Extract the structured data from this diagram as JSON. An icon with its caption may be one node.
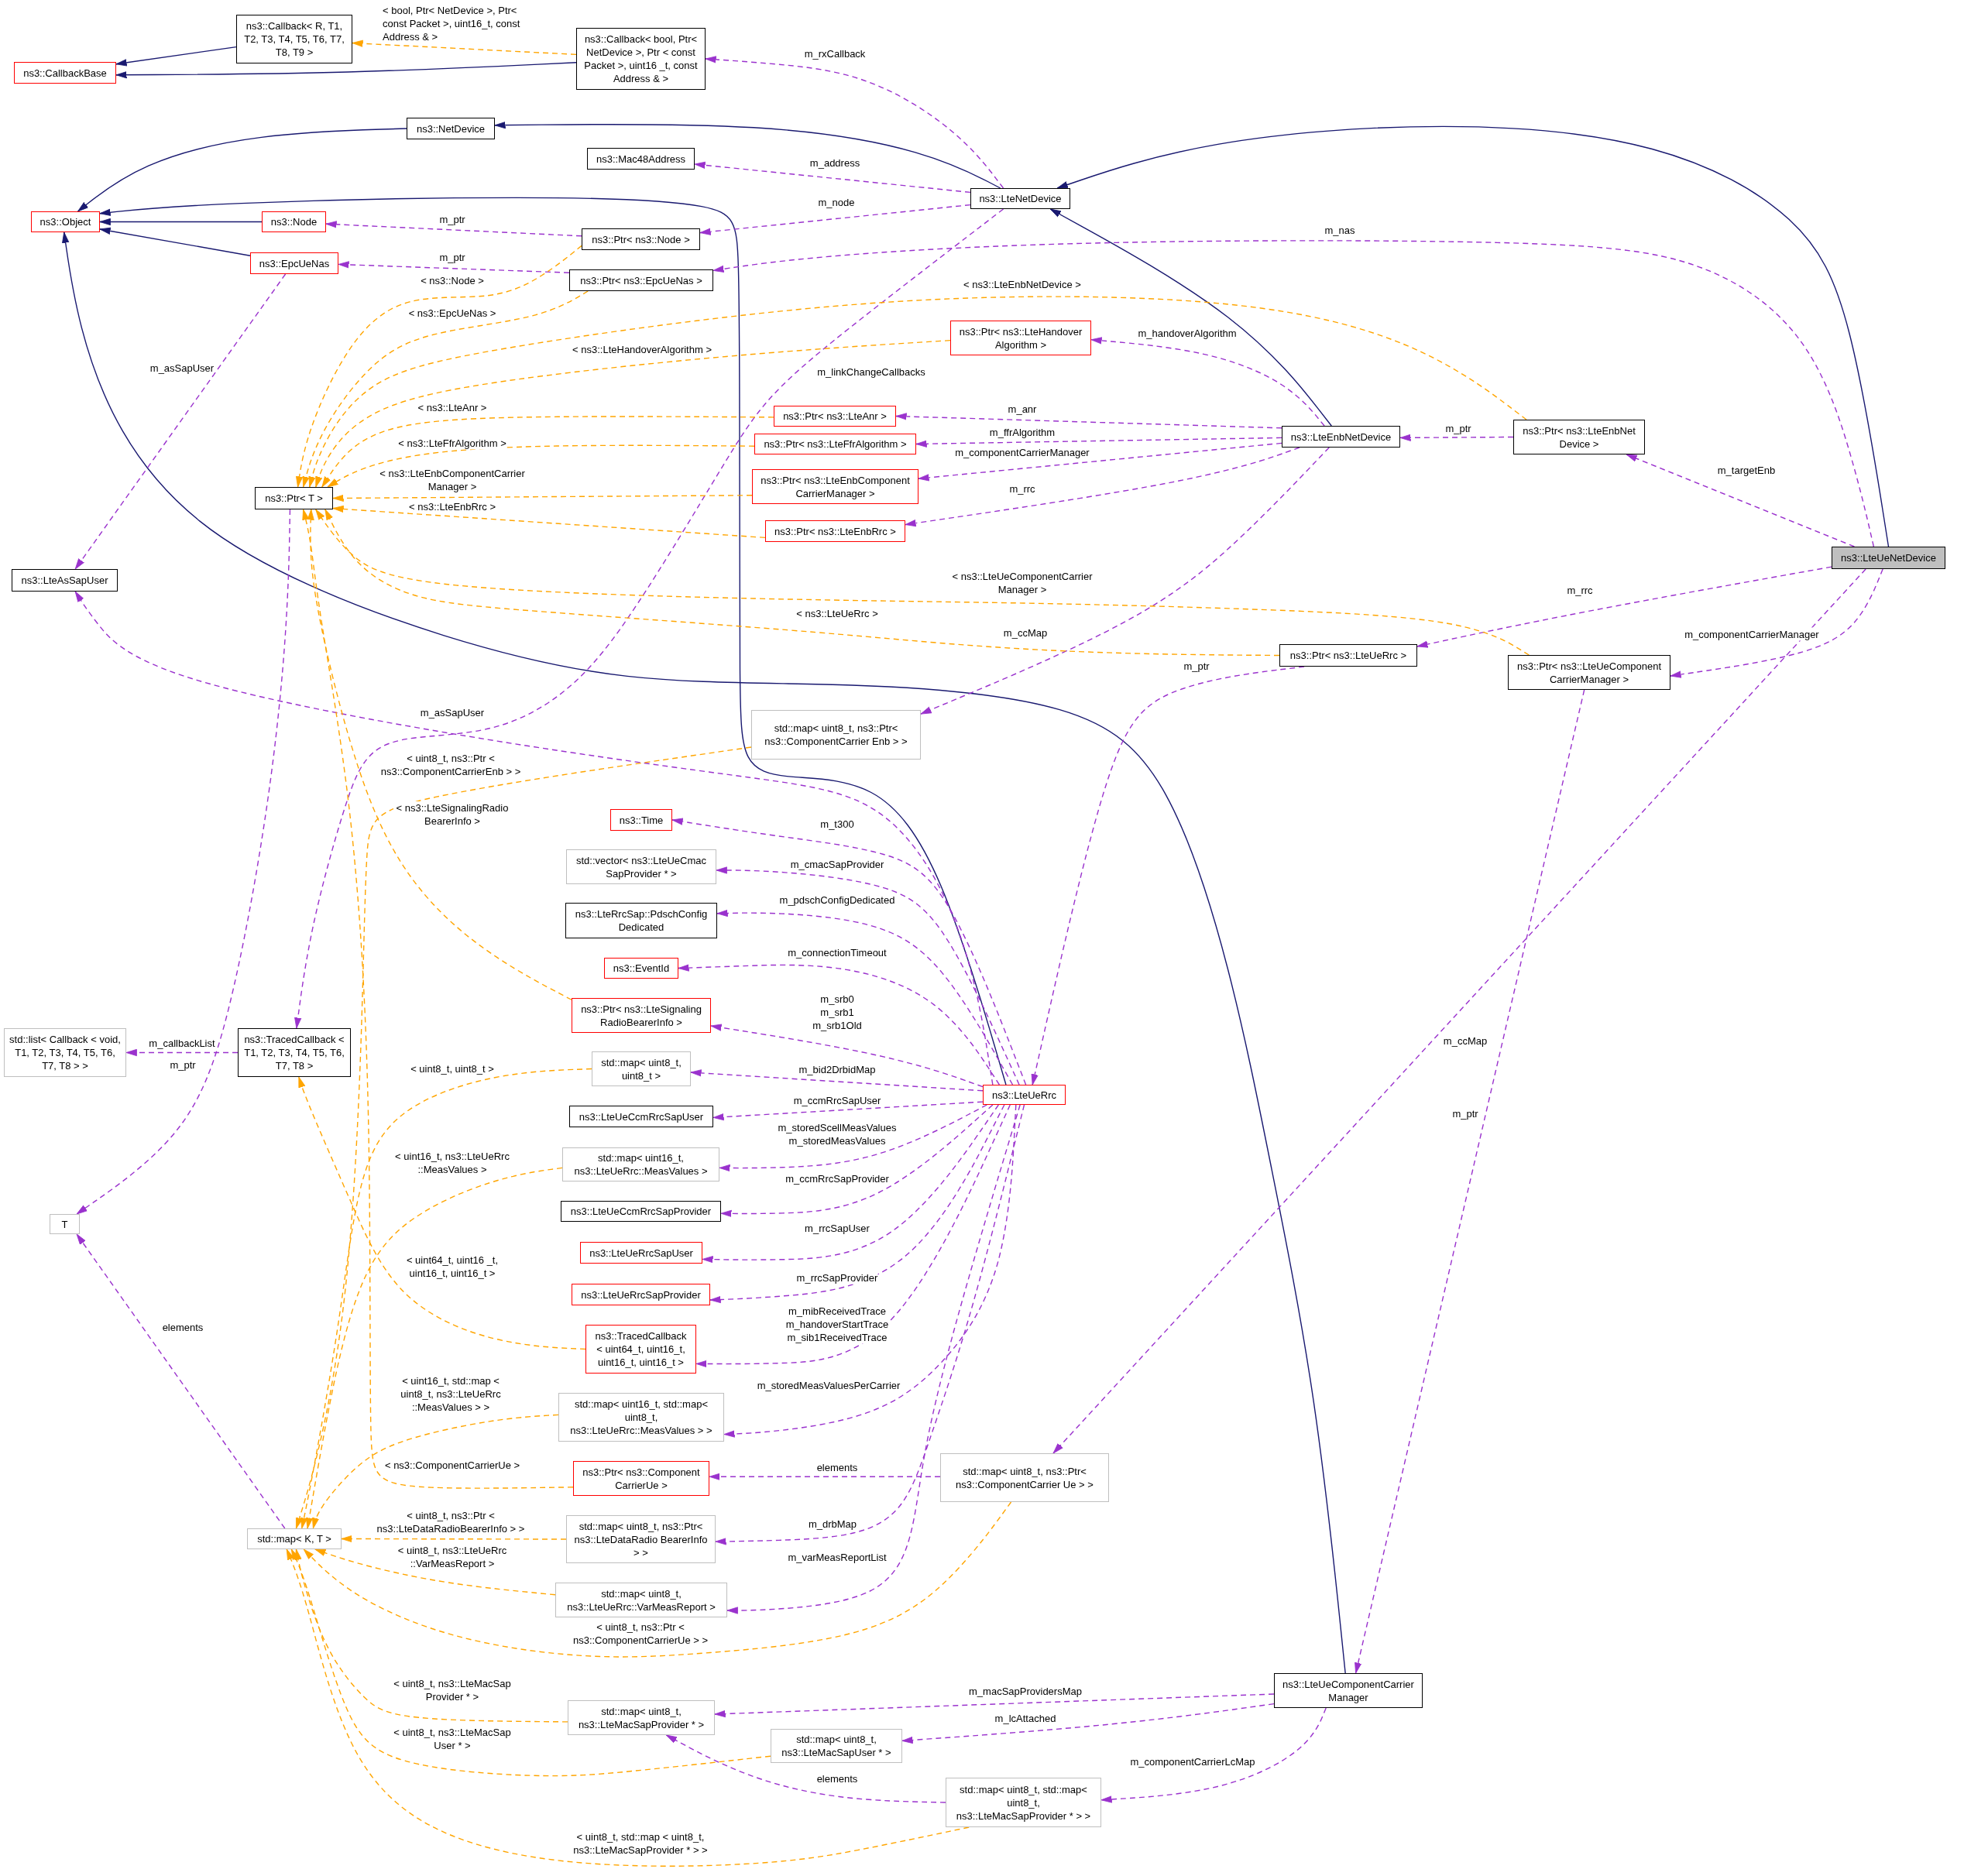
{
  "diagram": {
    "nodes": [
      {
        "text": [
          "ns3::Callback< R, T1, T2, T3, T4, T5, T6, T7, T8, T9 >"
        ]
      },
      {
        "text": [
          "ns3::Callback< bool, Ptr< NetDevice >, Ptr < const Packet >, uint16 _t, const Address & >"
        ]
      },
      {
        "text": [
          "ns3::CallbackBase"
        ]
      },
      {
        "text": [
          "ns3::NetDevice"
        ]
      },
      {
        "text": [
          "ns3::Mac48Address"
        ]
      },
      {
        "text": [
          "ns3::LteNetDevice"
        ]
      },
      {
        "text": [
          "ns3::Object"
        ]
      },
      {
        "text": [
          "ns3::Node"
        ]
      },
      {
        "text": [
          "ns3::Ptr< ns3::Node >"
        ]
      },
      {
        "text": [
          "ns3::EpcUeNas"
        ]
      },
      {
        "text": [
          "ns3::Ptr< ns3::EpcUeNas >"
        ]
      },
      {
        "text": [
          "ns3::Ptr< ns3::LteHandover Algorithm >"
        ]
      },
      {
        "text": [
          "ns3::Ptr< ns3::LteAnr >"
        ]
      },
      {
        "text": [
          "ns3::LteEnbNetDevice"
        ]
      },
      {
        "text": [
          "ns3::Ptr< ns3::LteEnbNet Device >"
        ]
      },
      {
        "text": [
          "ns3::Ptr< ns3::LteFfrAlgorithm >"
        ]
      },
      {
        "text": [
          "ns3::Ptr< ns3::LteEnbComponent CarrierManager >"
        ]
      },
      {
        "text": [
          "ns3::Ptr< T >"
        ]
      },
      {
        "text": [
          "ns3::Ptr< ns3::LteEnbRrc >"
        ]
      },
      {
        "text": [
          "ns3::LteUeNetDevice"
        ]
      },
      {
        "text": [
          "ns3::LteAsSapUser"
        ]
      },
      {
        "text": [
          "ns3::Ptr< ns3::LteUeRrc >"
        ]
      },
      {
        "text": [
          "ns3::Ptr< ns3::LteUeComponent CarrierManager >"
        ]
      },
      {
        "text": [
          "std::map< uint8_t, ns3::Ptr< ns3::ComponentCarrier Enb > >"
        ]
      },
      {
        "text": [
          "ns3::Time"
        ]
      },
      {
        "text": [
          "std::vector< ns3::LteUeCmac SapProvider * >"
        ]
      },
      {
        "text": [
          "ns3::LteRrcSap::PdschConfig Dedicated"
        ]
      },
      {
        "text": [
          "ns3::EventId"
        ]
      },
      {
        "text": [
          "ns3::Ptr< ns3::LteSignaling RadioBearerInfo >"
        ]
      },
      {
        "text": [
          "std::list< Callback < void, T1, T2, T3, T4, T5, T6, T7, T8 > >"
        ]
      },
      {
        "text": [
          "ns3::TracedCallback < T1, T2, T3, T4, T5, T6, T7, T8 >"
        ]
      },
      {
        "text": [
          "std::map< uint8_t, uint8_t >"
        ]
      },
      {
        "text": [
          "ns3::LteUeRrc"
        ]
      },
      {
        "text": [
          "ns3::LteUeCcmRrcSapUser"
        ]
      },
      {
        "text": [
          "std::map< uint16_t, ns3::LteUeRrc::MeasValues >"
        ]
      },
      {
        "text": [
          "ns3::LteUeCcmRrcSapProvider"
        ]
      },
      {
        "text": [
          "T"
        ]
      },
      {
        "text": [
          "ns3::LteUeRrcSapUser"
        ]
      },
      {
        "text": [
          "ns3::LteUeRrcSapProvider"
        ]
      },
      {
        "text": [
          "ns3::TracedCallback < uint64_t, uint16_t, uint16_t, uint16_t >"
        ]
      },
      {
        "text": [
          "std::map< uint16_t, std::map< uint8_t, ns3::LteUeRrc::MeasValues > >"
        ]
      },
      {
        "text": [
          "ns3::Ptr< ns3::Component CarrierUe >"
        ]
      },
      {
        "text": [
          "std::map< uint8_t, ns3::Ptr< ns3::ComponentCarrier Ue > >"
        ]
      },
      {
        "text": [
          "std::map< K, T >"
        ]
      },
      {
        "text": [
          "std::map< uint8_t, ns3::Ptr< ns3::LteDataRadio BearerInfo > >"
        ]
      },
      {
        "text": [
          "std::map< uint8_t, ns3::LteUeRrc::VarMeasReport >"
        ]
      },
      {
        "text": [
          "ns3::LteUeComponentCarrier Manager"
        ]
      },
      {
        "text": [
          "std::map< uint8_t, ns3::LteMacSapProvider * >"
        ]
      },
      {
        "text": [
          "std::map< uint8_t, ns3::LteMacSapUser * >"
        ]
      },
      {
        "text": [
          "std::map< uint8_t, std::map< uint8_t, ns3::LteMacSapProvider * > >"
        ]
      }
    ],
    "edges": [
      {
        "from": 0,
        "to": 2,
        "arrow": "to",
        "color": "#191970"
      },
      {
        "from": 1,
        "to": 2,
        "arrow": "to",
        "color": "#191970"
      },
      {
        "from": 3,
        "to": 6,
        "arrow": "to",
        "color": "#191970"
      },
      {
        "from": 7,
        "to": 6,
        "arrow": "to",
        "color": "#191970"
      },
      {
        "from": 9,
        "to": 6,
        "arrow": "to",
        "color": "#191970"
      },
      {
        "from": 5,
        "to": 3,
        "arrow": "to",
        "color": "#191970"
      },
      {
        "from": 13,
        "to": 5,
        "arrow": "to",
        "color": "#191970"
      },
      {
        "from": 19,
        "to": 5,
        "arrow": "to",
        "color": "#191970"
      },
      {
        "from": 32,
        "to": 6,
        "arrow": "to",
        "color": "#191970"
      },
      {
        "from": 46,
        "to": 6,
        "arrow": "to",
        "color": "#191970"
      },
      {
        "from": 5,
        "to": 1,
        "arrow": "to",
        "label": "m_rxCallback",
        "style": "dashed"
      },
      {
        "from": 5,
        "to": 4,
        "arrow": "to",
        "label": "m_address",
        "style": "dashed"
      },
      {
        "from": 5,
        "to": 8,
        "arrow": "to",
        "label": "m_node",
        "style": "dashed"
      },
      {
        "from": 8,
        "to": 7,
        "arrow": "to",
        "label": "m_ptr",
        "style": "dashed"
      },
      {
        "from": 10,
        "to": 9,
        "arrow": "to",
        "label": "m_ptr",
        "style": "dashed"
      },
      {
        "from": 19,
        "to": 10,
        "arrow": "to",
        "label": "m_nas",
        "style": "dashed"
      },
      {
        "from": 9,
        "to": 20,
        "arrow": "to",
        "label": "m_asSapUser",
        "style": "dashed"
      },
      {
        "from": 5,
        "to": 30,
        "arrow": "to",
        "label": "m_linkChangeCallbacks",
        "style": "dashed"
      },
      {
        "from": 13,
        "to": 11,
        "arrow": "to",
        "label": "m_handoverAlgorithm",
        "style": "dashed"
      },
      {
        "from": 13,
        "to": 12,
        "arrow": "to",
        "label": "m_anr",
        "style": "dashed"
      },
      {
        "from": 13,
        "to": 15,
        "arrow": "to",
        "label": "m_ffrAlgorithm",
        "style": "dashed"
      },
      {
        "from": 13,
        "to": 16,
        "arrow": "to",
        "label": "m_componentCarrierManager",
        "style": "dashed"
      },
      {
        "from": 13,
        "to": 18,
        "arrow": "to",
        "label": "m_rrc",
        "style": "dashed"
      },
      {
        "from": 14,
        "to": 13,
        "arrow": "to",
        "label": "m_ptr",
        "style": "dashed"
      },
      {
        "from": 19,
        "to": 14,
        "arrow": "to",
        "label": "m_targetEnb",
        "style": "dashed"
      },
      {
        "from": 19,
        "to": 21,
        "arrow": "to",
        "label": "m_rrc",
        "style": "dashed"
      },
      {
        "from": 19,
        "to": 22,
        "arrow": "to",
        "label": "m_componentCarrierManager",
        "style": "dashed"
      },
      {
        "from": 13,
        "to": 23,
        "arrow": "to",
        "label": "m_ccMap",
        "style": "dashed"
      },
      {
        "from": 21,
        "to": 32,
        "arrow": "to",
        "label": "m_ptr",
        "style": "dashed"
      },
      {
        "from": 19,
        "to": 42,
        "arrow": "to",
        "label": "m_ccMap",
        "style": "dashed"
      },
      {
        "from": 22,
        "to": 46,
        "arrow": "to",
        "label": "m_ptr",
        "style": "dashed"
      },
      {
        "from": 32,
        "to": 20,
        "arrow": "to",
        "label": "m_asSapUser",
        "style": "dashed"
      },
      {
        "from": 32,
        "to": 24,
        "arrow": "to",
        "label": "m_t300",
        "style": "dashed"
      },
      {
        "from": 32,
        "to": 25,
        "arrow": "to",
        "label": "m_cmacSapProvider",
        "style": "dashed"
      },
      {
        "from": 32,
        "to": 26,
        "arrow": "to",
        "label": "m_pdschConfigDedicated",
        "style": "dashed"
      },
      {
        "from": 32,
        "to": 27,
        "arrow": "to",
        "label": "m_connectionTimeout",
        "style": "dashed"
      },
      {
        "from": 32,
        "to": 28,
        "arrow": "to",
        "label": "m_srb0 m_srb1 m_srb1Old",
        "style": "dashed"
      },
      {
        "from": 32,
        "to": 31,
        "arrow": "to",
        "label": "m_bid2DrbidMap",
        "style": "dashed"
      },
      {
        "from": 32,
        "to": 33,
        "arrow": "to",
        "label": "m_ccmRrcSapUser",
        "style": "dashed"
      },
      {
        "from": 32,
        "to": 34,
        "arrow": "to",
        "label": "m_storedScellMeasValues m_storedMeasValues",
        "style": "dashed"
      },
      {
        "from": 32,
        "to": 35,
        "arrow": "to",
        "label": "m_ccmRrcSapProvider",
        "style": "dashed"
      },
      {
        "from": 32,
        "to": 37,
        "arrow": "to",
        "label": "m_rrcSapUser",
        "style": "dashed"
      },
      {
        "from": 32,
        "to": 38,
        "arrow": "to",
        "label": "m_rrcSapProvider",
        "style": "dashed"
      },
      {
        "from": 32,
        "to": 39,
        "arrow": "to",
        "label": "m_mibReceivedTrace m_handoverStartTrace m_sib1ReceivedTrace",
        "style": "dashed"
      },
      {
        "from": 32,
        "to": 40,
        "arrow": "to",
        "label": "m_storedMeasValuesPerCarrier",
        "style": "dashed"
      },
      {
        "from": 32,
        "to": 44,
        "arrow": "to",
        "label": "m_drbMap",
        "style": "dashed"
      },
      {
        "from": 32,
        "to": 45,
        "arrow": "to",
        "label": "m_varMeasReportList",
        "style": "dashed"
      },
      {
        "from": 42,
        "to": 41,
        "arrow": "to",
        "label": "elements",
        "style": "dashed"
      },
      {
        "from": 30,
        "to": 29,
        "arrow": "to",
        "label": "m_callbackList",
        "style": "dashed"
      },
      {
        "from": 17,
        "to": 36,
        "arrow": "to",
        "label": "m_ptr",
        "style": "dashed"
      },
      {
        "from": 43,
        "to": 36,
        "arrow": "to",
        "label": "elements",
        "style": "dashed"
      },
      {
        "from": 46,
        "to": 47,
        "arrow": "to",
        "label": "m_macSapProvidersMap",
        "style": "dashed"
      },
      {
        "from": 46,
        "to": 48,
        "arrow": "to",
        "label": "m_lcAttached",
        "style": "dashed"
      },
      {
        "from": 46,
        "to": 49,
        "arrow": "to",
        "label": "m_componentCarrierLcMap",
        "style": "dashed"
      },
      {
        "from": 49,
        "to": 47,
        "arrow": "to",
        "label": "elements",
        "style": "dashed"
      },
      {
        "from": 1,
        "to": 0,
        "arrow": "to",
        "label": "< bool, Ptr< NetDevice >, Ptr< const Packet >, uint16_t, const Address & >",
        "style": "dashed",
        "color": "#ffa500"
      },
      {
        "from": 8,
        "to": 17,
        "arrow": "to",
        "label": "< ns3::Node >",
        "style": "dashed",
        "color": "#ffa500"
      },
      {
        "from": 10,
        "to": 17,
        "arrow": "to",
        "label": "< ns3::EpcUeNas >",
        "style": "dashed",
        "color": "#ffa500"
      },
      {
        "from": 14,
        "to": 17,
        "arrow": "to",
        "label": "< ns3::LteEnbNetDevice >",
        "style": "dashed",
        "color": "#ffa500"
      },
      {
        "from": 11,
        "to": 17,
        "arrow": "to",
        "label": "< ns3::LteHandoverAlgorithm >",
        "style": "dashed",
        "color": "#ffa500"
      },
      {
        "from": 12,
        "to": 17,
        "arrow": "to",
        "label": "< ns3::LteAnr >",
        "style": "dashed",
        "color": "#ffa500"
      },
      {
        "from": 15,
        "to": 17,
        "arrow": "to",
        "label": "< ns3::LteFfrAlgorithm >",
        "style": "dashed",
        "color": "#ffa500"
      },
      {
        "from": 16,
        "to": 17,
        "arrow": "to",
        "label": "< ns3::LteEnbComponentCarrier Manager >",
        "style": "dashed",
        "color": "#ffa500"
      },
      {
        "from": 18,
        "to": 17,
        "arrow": "to",
        "label": "< ns3::LteEnbRrc >",
        "style": "dashed",
        "color": "#ffa500"
      },
      {
        "from": 22,
        "to": 17,
        "arrow": "to",
        "label": "< ns3::LteUeComponentCarrier Manager >",
        "style": "dashed",
        "color": "#ffa500"
      },
      {
        "from": 21,
        "to": 17,
        "arrow": "to",
        "label": "< ns3::LteUeRrc >",
        "style": "dashed",
        "color": "#ffa500"
      },
      {
        "from": 28,
        "to": 17,
        "arrow": "to",
        "label": "< ns3::LteSignalingRadio BearerInfo >",
        "style": "dashed",
        "color": "#ffa500"
      },
      {
        "from": 41,
        "to": 17,
        "arrow": "to",
        "label": "< ns3::ComponentCarrierUe >",
        "style": "dashed",
        "color": "#ffa500"
      },
      {
        "from": 39,
        "to": 30,
        "arrow": "to",
        "label": "< uint64_t, uint16 _t, uint16_t, uint16_t >",
        "style": "dashed",
        "color": "#ffa500"
      },
      {
        "from": 23,
        "to": 43,
        "arrow": "to",
        "label": "< uint8_t, ns3::Ptr < ns3::ComponentCarrierEnb > >",
        "style": "dashed",
        "color": "#ffa500"
      },
      {
        "from": 31,
        "to": 43,
        "arrow": "to",
        "label": "< uint8_t, uint8_t >",
        "style": "dashed",
        "color": "#ffa500"
      },
      {
        "from": 34,
        "to": 43,
        "arrow": "to",
        "label": "< uint16_t, ns3::LteUeRrc ::MeasValues >",
        "style": "dashed",
        "color": "#ffa500"
      },
      {
        "from": 40,
        "to": 43,
        "arrow": "to",
        "label": "< uint16_t, std::map < uint8_t, ns3::LteUeRrc ::MeasValues > >",
        "style": "dashed",
        "color": "#ffa500"
      },
      {
        "from": 44,
        "to": 43,
        "arrow": "to",
        "label": "< uint8_t, ns3::Ptr < ns3::LteDataRadioBearerInfo > >",
        "style": "dashed",
        "color": "#ffa500"
      },
      {
        "from": 45,
        "to": 43,
        "arrow": "to",
        "label": "< uint8_t, ns3::LteUeRrc ::VarMeasReport >",
        "style": "dashed",
        "color": "#ffa500"
      },
      {
        "from": 42,
        "to": 43,
        "arrow": "to",
        "label": "< uint8_t, ns3::Ptr < ns3::ComponentCarrierUe > >",
        "style": "dashed",
        "color": "#ffa500"
      },
      {
        "from": 47,
        "to": 43,
        "arrow": "to",
        "label": "< uint8_t, ns3::LteMacSap Provider * >",
        "style": "dashed",
        "color": "#ffa500"
      },
      {
        "from": 48,
        "to": 43,
        "arrow": "to",
        "label": "< uint8_t, ns3::LteMacSap User * >",
        "style": "dashed",
        "color": "#ffa500"
      },
      {
        "from": 49,
        "to": 43,
        "arrow": "to",
        "label": "< uint8_t, std::map < uint8_t, ns3::LteMacSapProvider * > >",
        "style": "dashed",
        "color": "#ffa500"
      }
    ]
  }
}
